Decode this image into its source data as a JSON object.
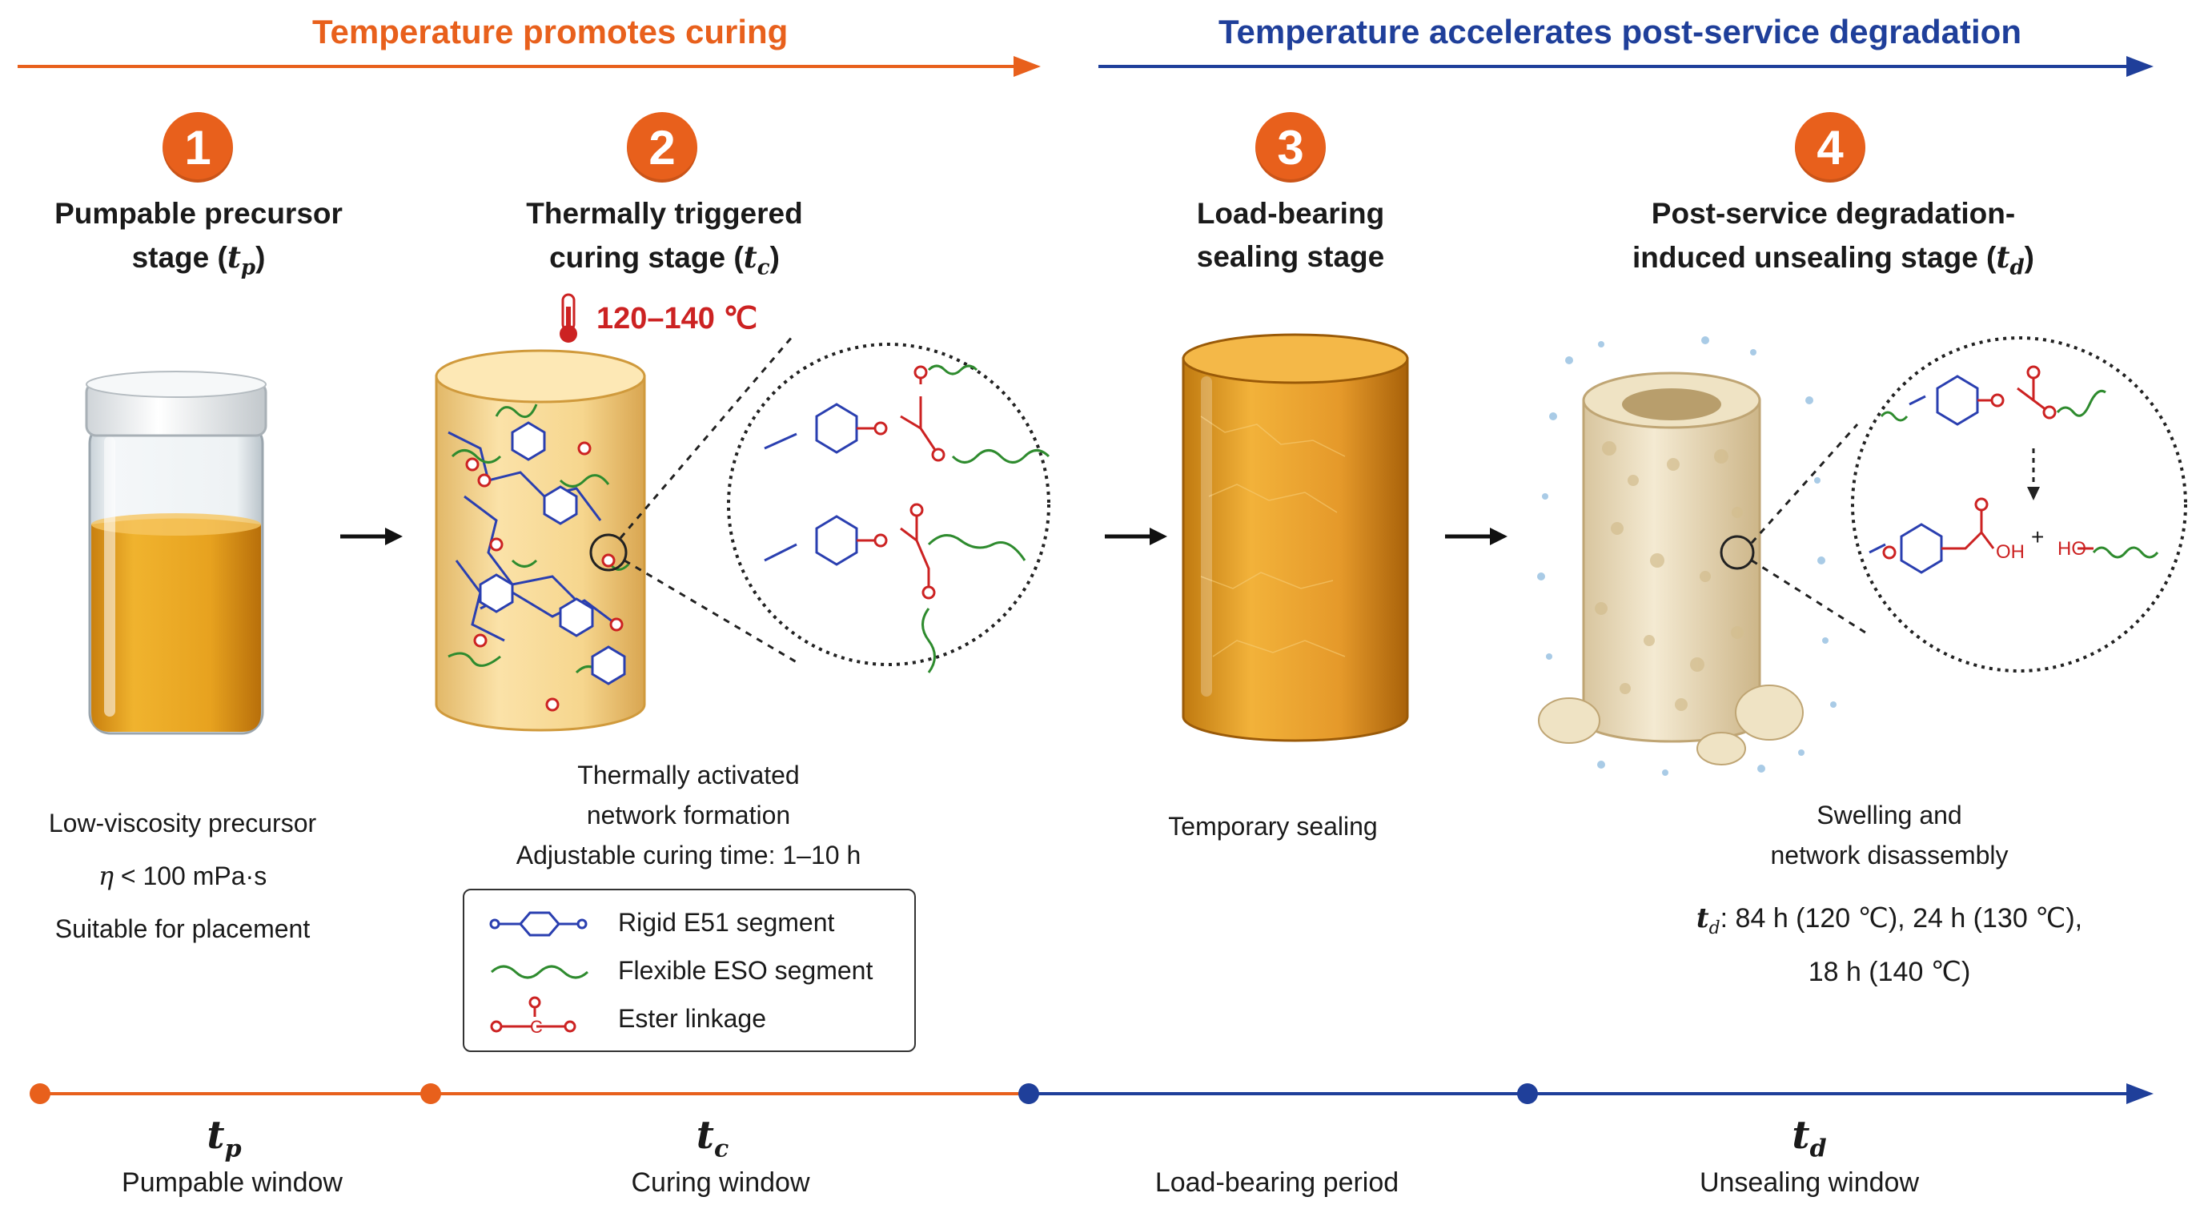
{
  "phases": {
    "left": {
      "label": "Temperature promotes curing",
      "color": "#e8601c"
    },
    "right": {
      "label": "Temperature accelerates post-service degradation",
      "color": "#1f3f9a"
    }
  },
  "stages": [
    {
      "number": "1",
      "title_line1": "Pumpable precursor",
      "title_line2": "stage (",
      "symbol": "t",
      "sub": "p",
      "close": ")"
    },
    {
      "number": "2",
      "title_line1": "Thermally triggered",
      "title_line2": "curing stage (",
      "symbol": "t",
      "sub": "c",
      "close": ")"
    },
    {
      "number": "3",
      "title_line1": "Load-bearing",
      "title_line2": "sealing stage"
    },
    {
      "number": "4",
      "title_line1": "Post-service degradation-",
      "title_line2": "induced unsealing stage (",
      "symbol": "t",
      "sub": "d",
      "close": ")"
    }
  ],
  "temperature": {
    "range": "120–140 ℃",
    "icon": "thermometer-icon"
  },
  "descriptions": {
    "stage1": {
      "line1": "Low-viscosity precursor",
      "viscosity_symbol": "η",
      "viscosity_text": " < 100 mPa·s",
      "line3": "Suitable for placement"
    },
    "stage2": {
      "line1": "Thermally activated",
      "line2": "network formation",
      "line3": "Adjustable curing time: 1–10 h"
    },
    "stage3": {
      "line1": "Temporary sealing"
    },
    "stage4": {
      "line1": "Swelling and",
      "line2": "network disassembly",
      "td_symbol": "t",
      "td_sub": "d",
      "td_text": ": 84 h (120 ℃), 24 h (130 ℃),",
      "td_line2": "18 h (140 ℃)"
    }
  },
  "legend": [
    {
      "icon": "rigid-segment-icon",
      "label": "Rigid E51 segment",
      "color": "#2a3fb0"
    },
    {
      "icon": "flexible-segment-icon",
      "label": "Flexible ESO segment",
      "color": "#2e8b2e"
    },
    {
      "icon": "ester-linkage-icon",
      "label": "Ester linkage",
      "color": "#cc2222"
    }
  ],
  "zoom_molecule": {
    "oh_label": "OH",
    "plus": "+",
    "ho_label": "HO"
  },
  "timeline": [
    {
      "symbol": "t",
      "sub": "p",
      "label": "Pumpable window"
    },
    {
      "symbol": "t",
      "sub": "c",
      "label": "Curing window"
    },
    {
      "label": "Load-bearing period"
    },
    {
      "symbol": "t",
      "sub": "d",
      "label": "Unsealing window"
    }
  ]
}
